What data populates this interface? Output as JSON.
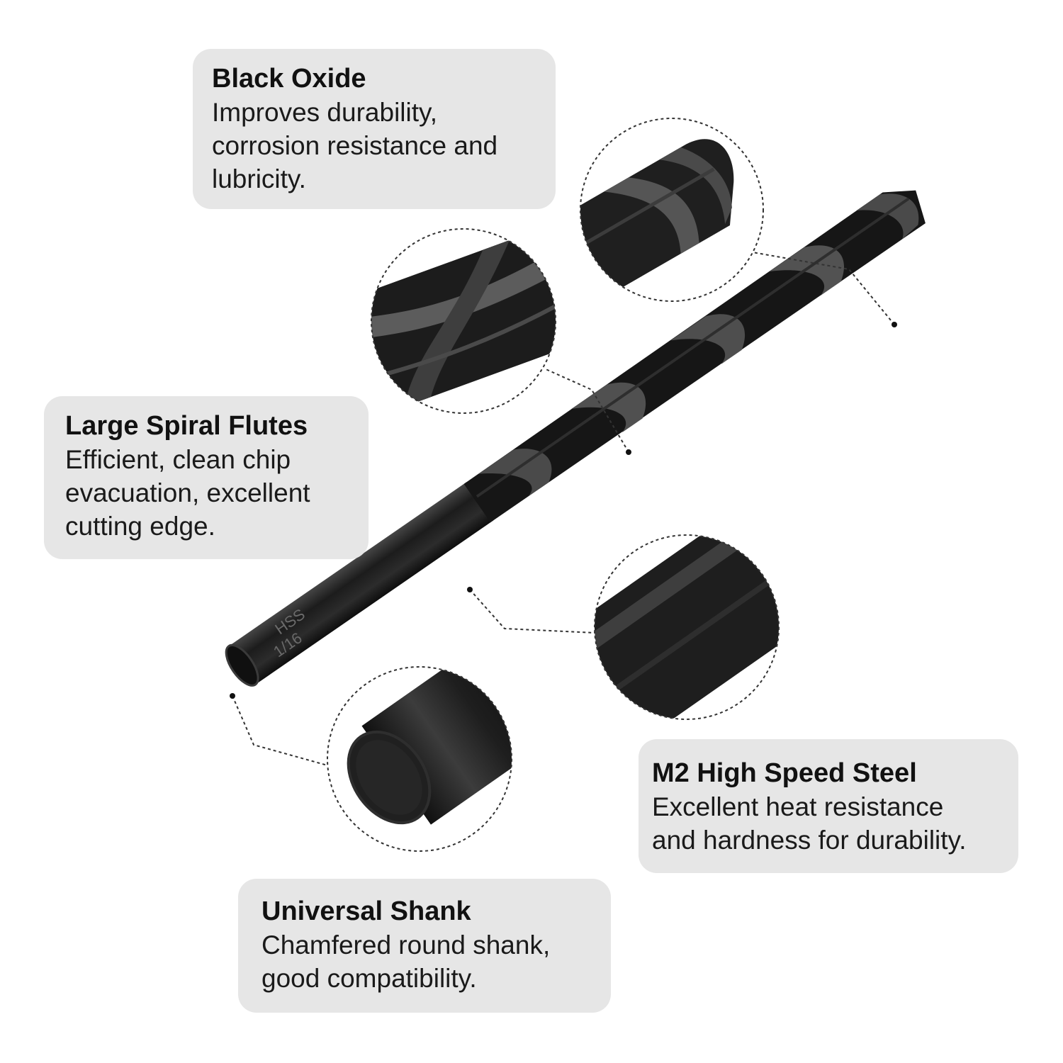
{
  "features": {
    "black_oxide": {
      "title": "Black Oxide",
      "lines": [
        "Improves durability,",
        "corrosion resistance and",
        "lubricity."
      ]
    },
    "spiral_flutes": {
      "title": "Large Spiral Flutes",
      "lines": [
        "Efficient, clean chip",
        "evacuation, excellent",
        "cutting edge."
      ]
    },
    "hss": {
      "title": "M2 High Speed Steel",
      "lines": [
        "Excellent heat resistance",
        "and hardness for durability."
      ]
    },
    "shank": {
      "title": "Universal Shank",
      "lines": [
        "Chamfered round shank,",
        "good compatibility."
      ]
    }
  },
  "shank_marking": {
    "line1": "HSS",
    "line2": "1/16"
  },
  "colors": {
    "card_background": "#e6e6e6",
    "drill_black": "#1a1a1a",
    "drill_highlight": "#5a5a5a",
    "leader_line": "#333333"
  }
}
